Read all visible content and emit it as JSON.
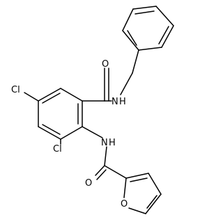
{
  "molecule": {
    "atoms": {
      "o_amide1": "O",
      "n_amide1": "N",
      "h_amide1": "H",
      "cl_left": "Cl",
      "cl_bottom": "Cl",
      "n_amide2": "N",
      "h_amide2": "H",
      "o_amide2": "O",
      "o_furan": "O"
    },
    "colors": {
      "bond": "#000000",
      "text": "#000000",
      "background": "#ffffff"
    }
  }
}
